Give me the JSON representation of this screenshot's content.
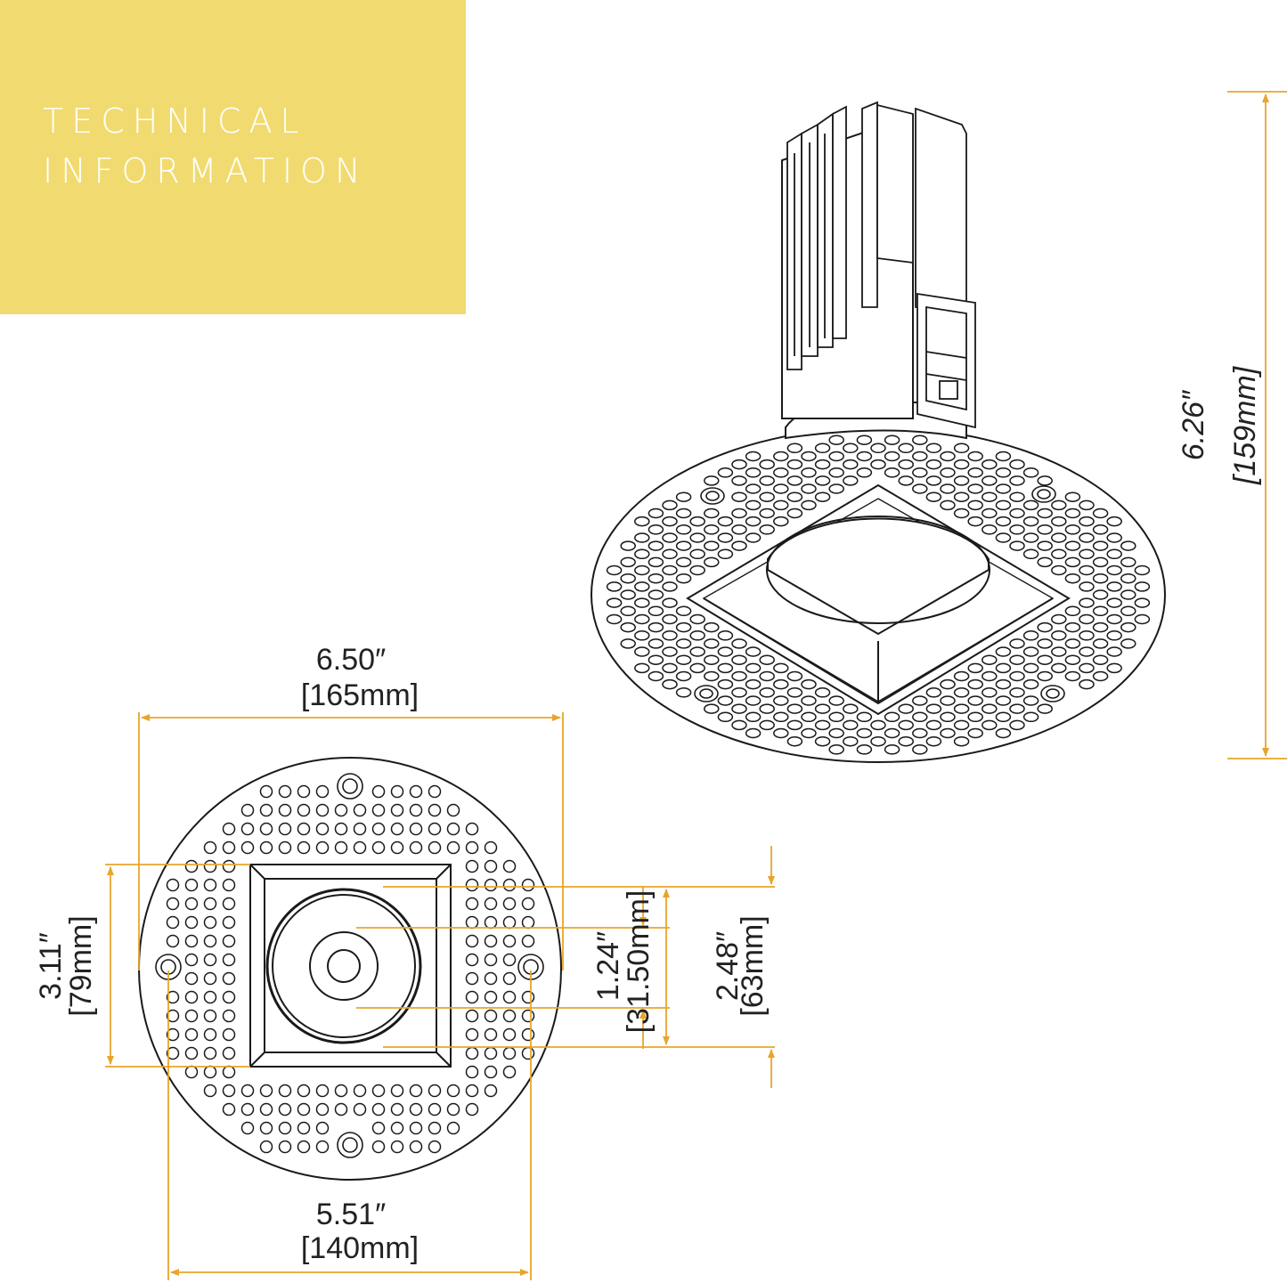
{
  "banner": {
    "line1": "TECHNICAL",
    "line2": "INFORMATION",
    "background": "#f1db70",
    "text_color": "#ffffff"
  },
  "colors": {
    "dimension_line": "#e8a52a",
    "outline": "#1a1a1a"
  },
  "dimensions": {
    "height": {
      "imperial": "6.26″",
      "metric": "[159mm]"
    },
    "overall_width": {
      "imperial": "6.50″",
      "metric": "[165mm]"
    },
    "flange_width": {
      "imperial": "5.51″",
      "metric": "[140mm]"
    },
    "trim_square": {
      "imperial": "3.11″",
      "metric": "[79mm]"
    },
    "lens": {
      "imperial": "1.24″",
      "metric": "[31.50mm]"
    },
    "aperture": {
      "imperial": "2.48″",
      "metric": "[63mm]"
    }
  }
}
